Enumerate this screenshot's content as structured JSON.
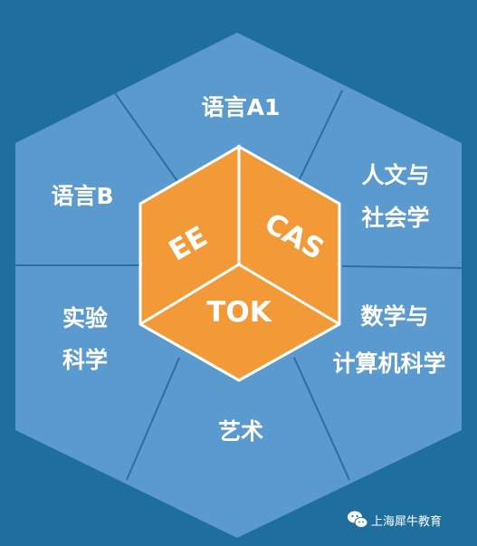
{
  "diagram": {
    "outer_segments": [
      {
        "id": "language-a1",
        "lines": [
          "语言A1"
        ]
      },
      {
        "id": "individuals-societies",
        "lines": [
          "人文与",
          "社会学"
        ]
      },
      {
        "id": "mathematics-cs",
        "lines": [
          "数学与",
          "计算机科学"
        ]
      },
      {
        "id": "arts",
        "lines": [
          "艺术"
        ]
      },
      {
        "id": "experimental-sciences",
        "lines": [
          "实验",
          "科学"
        ]
      },
      {
        "id": "language-b",
        "lines": [
          "语言B"
        ]
      }
    ],
    "core": {
      "ee": "EE",
      "cas": "CAS",
      "tok": "TOK"
    }
  },
  "watermark": {
    "text": "上海犀牛教育",
    "icon": "wechat-icon"
  },
  "colors": {
    "background": "#1f6f9e",
    "hexagon_fill": "#5a9ace",
    "divider": "#2b6fa0",
    "core_fill": "#f29a38",
    "core_stroke": "#ffffff"
  }
}
